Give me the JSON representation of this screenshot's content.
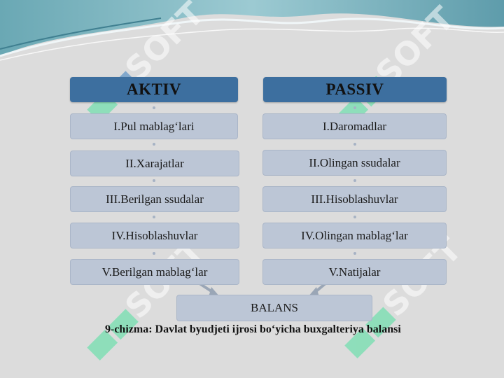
{
  "diagram": {
    "aktiv": {
      "title": "AKTIV",
      "items": [
        "I.Pul mablag‘lari",
        "II.Xarajatlar",
        "III.Berilgan ssudalar",
        "IV.Hisoblashuvlar",
        "V.Berilgan mablag‘lar"
      ]
    },
    "passiv": {
      "title": "PASSIV",
      "items": [
        "I.Daromadlar",
        "II.Olingan ssudalar",
        "III.Hisoblashuvlar",
        "IV.Olingan mablag‘lar",
        "V.Natijalar"
      ]
    },
    "result": "BALANS"
  },
  "caption": "9-chizma: Davlat byudjeti ijrosi bo‘yicha buxgalteriya balansi",
  "watermark": "SOFT",
  "colors": {
    "background": "#dcdcdc",
    "header_fill": "#3d6f9f",
    "item_fill": "#bcc6d6",
    "watermark_green": "#4fe0a0",
    "wave_teal": "#6aa8b4"
  }
}
